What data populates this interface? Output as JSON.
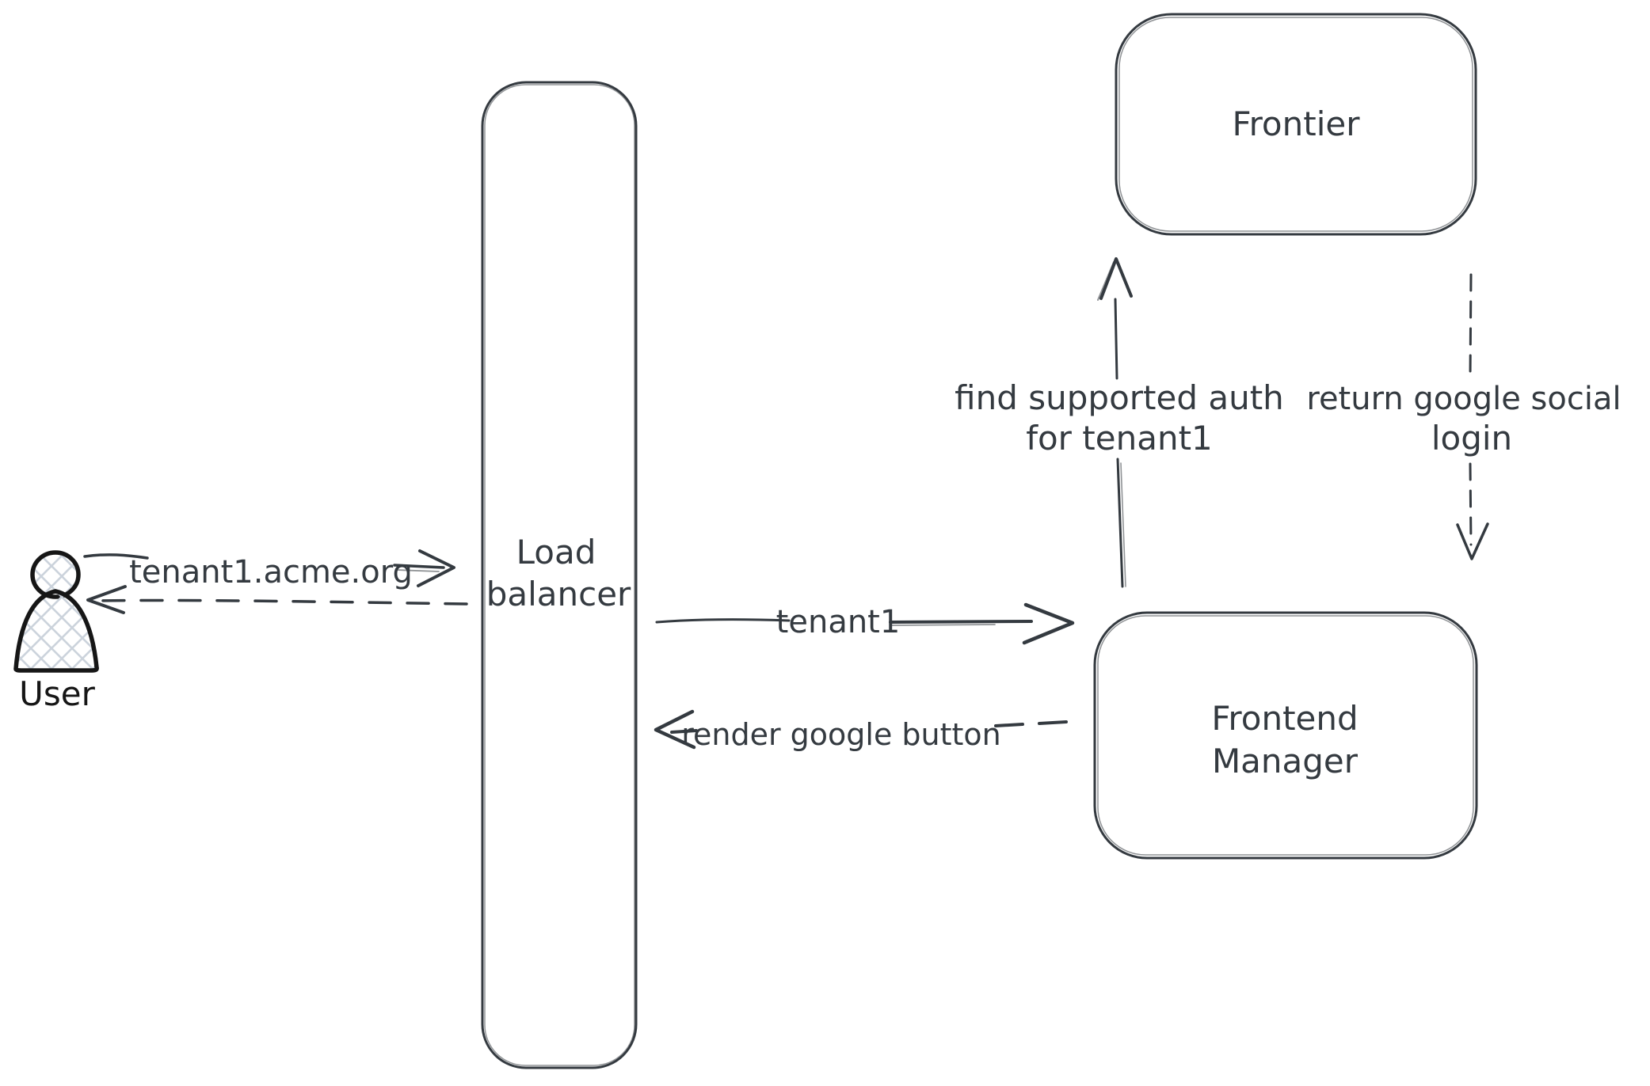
{
  "canvas": {
    "background": "#ffffff",
    "ink": "#343a40",
    "actor_ink": "#161616",
    "hatch": "#ccd3dc"
  },
  "actor": {
    "label": "User"
  },
  "nodes": {
    "load_balancer": {
      "lines": [
        "Load",
        "balancer"
      ]
    },
    "frontier": {
      "label": "Frontier"
    },
    "frontend_manager": {
      "lines": [
        "Frontend",
        "Manager"
      ]
    }
  },
  "edges": {
    "request_url": {
      "label": "tenant1.acme.org",
      "style": "solid",
      "direction": "right"
    },
    "response_to_user": {
      "label": "",
      "style": "dashed",
      "direction": "left"
    },
    "tenant_route": {
      "label": "tenant1",
      "style": "solid",
      "direction": "right"
    },
    "render_button": {
      "label": "render google button",
      "style": "dashed",
      "direction": "left"
    },
    "find_auth": {
      "lines": [
        "find supported auth",
        "for tenant1"
      ],
      "style": "solid",
      "direction": "up"
    },
    "return_login": {
      "lines": [
        "return google social",
        "login"
      ],
      "style": "dashed",
      "direction": "down"
    }
  }
}
